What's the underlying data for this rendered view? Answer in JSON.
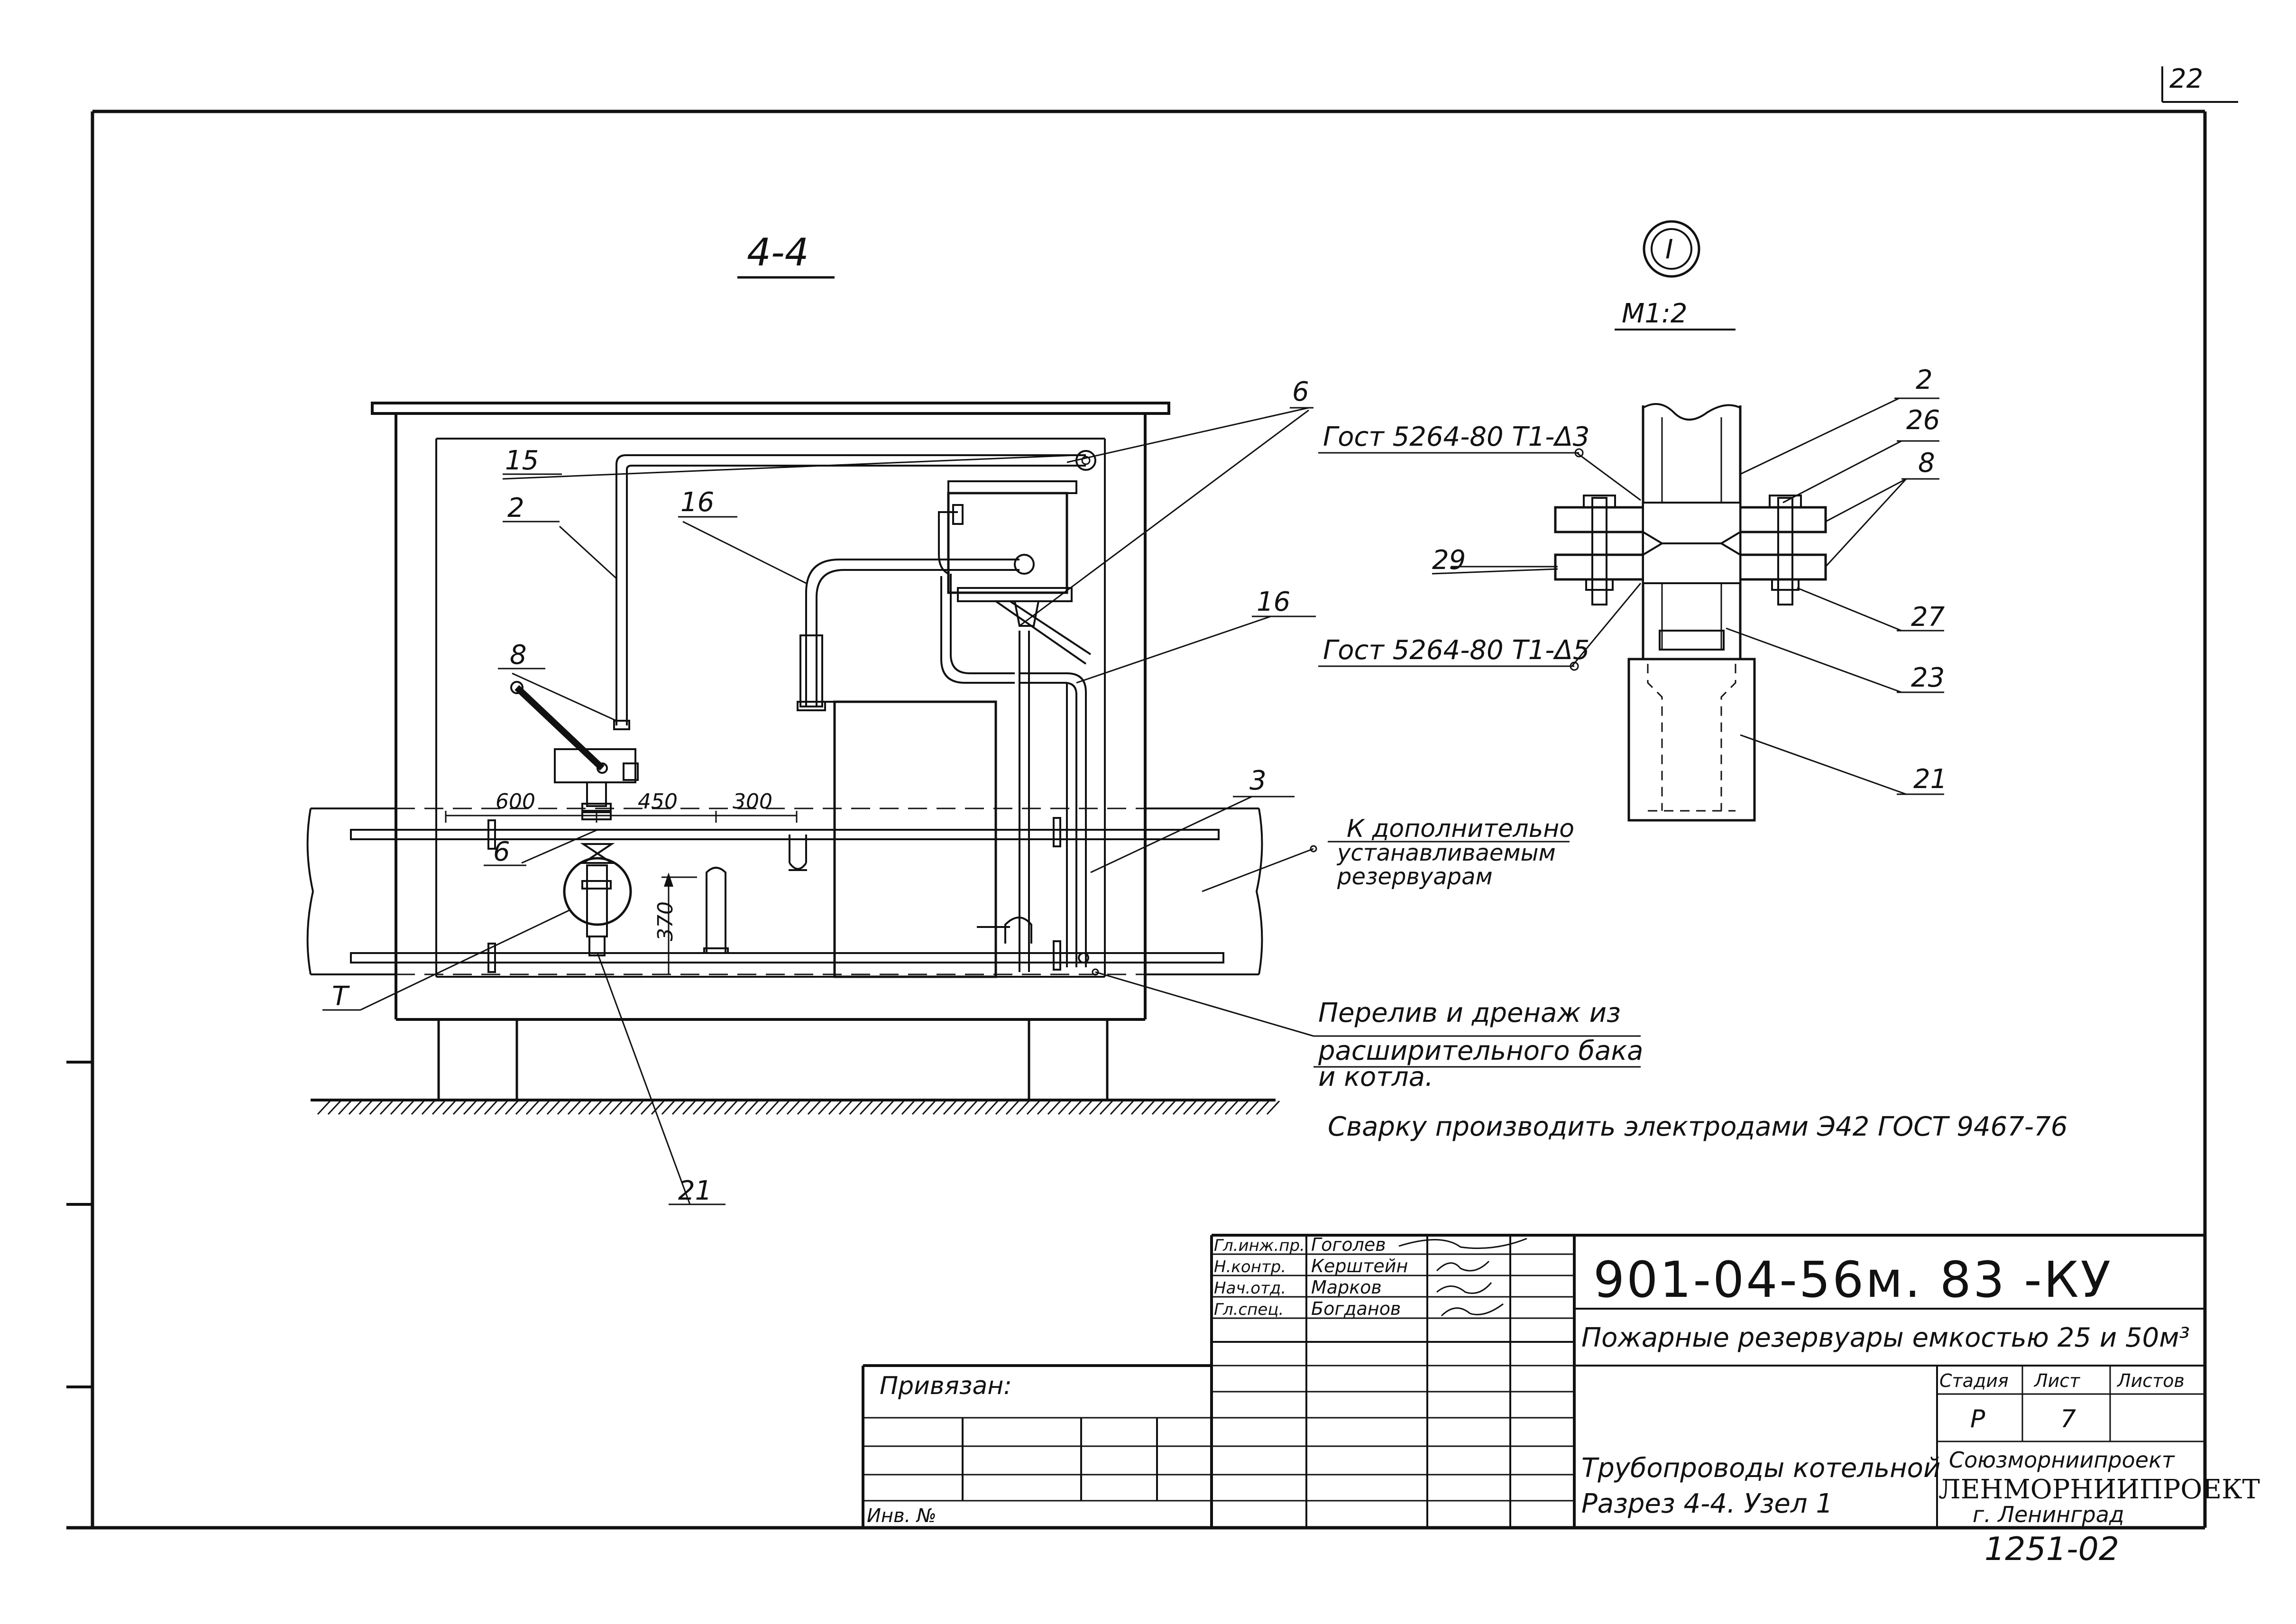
{
  "sheet_number": "22",
  "section_label": "4-4",
  "detail": {
    "marker": "I",
    "scale": "M1:2"
  },
  "callouts": {
    "c2": "2",
    "c3": "3",
    "c6": "6",
    "c6b": "6",
    "c8": "8",
    "c15": "15",
    "c16": "16",
    "c16b": "16",
    "c21": "21",
    "cT": "T",
    "d2": "2",
    "d8": "8",
    "d21": "21",
    "d23": "23",
    "d26": "26",
    "d27": "27",
    "d29": "29"
  },
  "dimensions": {
    "d600": "600",
    "d450": "450",
    "d300": "300",
    "d370": "370"
  },
  "weld_notes": {
    "upper": "Гост 5264-80 Т1-Δ3",
    "lower": "Гост 5264-80 Т1-Δ5"
  },
  "notes": {
    "extra_tanks_l1": "К дополнительно",
    "extra_tanks_l2": "устанавливаемым",
    "extra_tanks_l3": "резервуарам",
    "overflow_l1": "Перелив и дренаж из",
    "overflow_l2": "расширительного бака",
    "overflow_l3": "и котла.",
    "welding": "Сварку производить электродами Э42 ГОСТ 9467-76"
  },
  "title_block": {
    "doc_code": "901-04-56м. 83 -КУ",
    "project_title": "Пожарные резервуары емкостью 25 и 50м³",
    "roles": [
      "Гл.инж.пр.",
      "Н.контр.",
      "Нач.отд.",
      "Гл.спец."
    ],
    "names": [
      "Гоголев",
      "Керштейн",
      "Марков",
      "Богданов"
    ],
    "stage_header": "Стадия",
    "sheet_header": "Лист",
    "sheets_header": "Листов",
    "stage": "Р",
    "sheet": "7",
    "sheets": "",
    "drawing_title_l1": "Трубопроводы котельной",
    "drawing_title_l2": "Разрез 4-4. Узел 1",
    "org_l1": "Союзморниипроект",
    "org_l2": "ЛЕНМОРНИИПРОЕКТ",
    "org_l3": "г. Ленинград",
    "bound_label": "Привязан:",
    "inv_label": "Инв. №",
    "archive_no": "1251-02"
  }
}
